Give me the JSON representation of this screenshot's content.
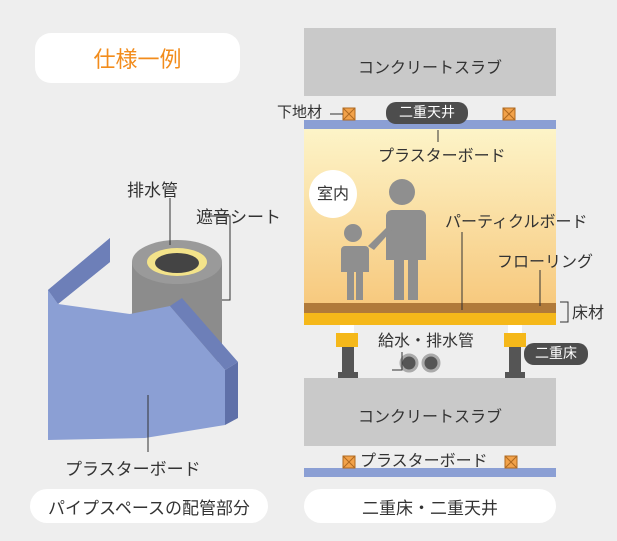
{
  "title": "仕様一例",
  "left": {
    "drain_pipe": "排水管",
    "sound_sheet": "遮音シート",
    "plasterboard": "プラスターボード",
    "caption": "パイプスペースの配管部分"
  },
  "right": {
    "top_slab": "コンクリートスラブ",
    "base_material": "下地材",
    "double_ceiling": "二重天井",
    "plasterboard_top": "プラスターボード",
    "indoor": "室内",
    "particle_board": "パーティクルボード",
    "flooring": "フローリング",
    "floor_material": "床材",
    "water_pipes": "給水・排水管",
    "double_floor": "二重床",
    "bottom_slab": "コンクリートスラブ",
    "plasterboard_bottom": "プラスターボード",
    "caption": "二重床・二重天井"
  },
  "colors": {
    "accent_orange": "#f28c1c",
    "board_blue": "#8b9fd4",
    "concrete": "#c9c9c9",
    "floor_brown": "#b07a3a"
  }
}
